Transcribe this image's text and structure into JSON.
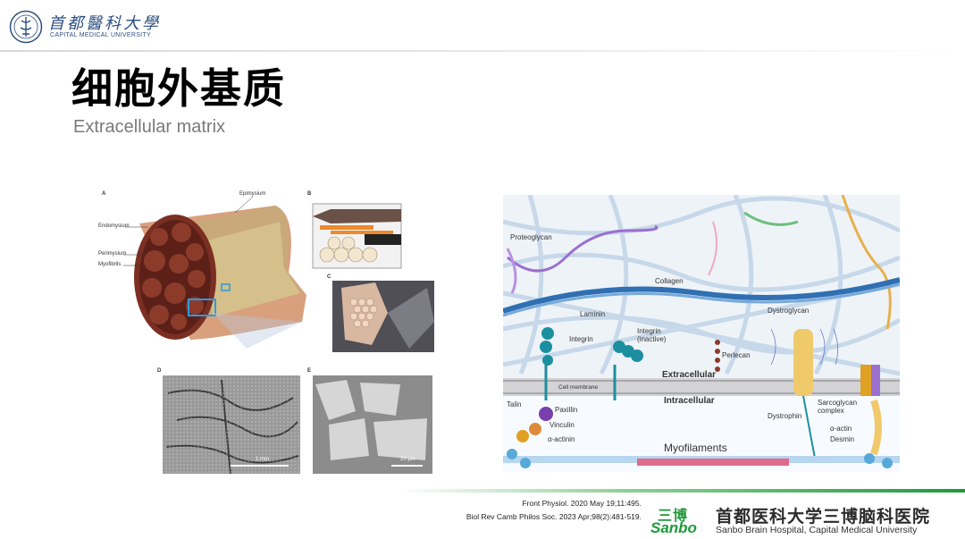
{
  "header": {
    "university_cn": "首都醫科大學",
    "university_en": "CAPITAL MEDICAL UNIVERSITY"
  },
  "title": {
    "cn": "细胞外基质",
    "en": "Extracellular matrix"
  },
  "figure_left": {
    "panel_labels": [
      "A",
      "B",
      "C",
      "D",
      "E"
    ],
    "labels": {
      "epimysium": "Epimysium",
      "endomysium": "Endomysium",
      "perimysium": "Perimysium",
      "myofibrils": "Myofibrils"
    },
    "scale_d": "1 mm",
    "scale_e": "20 µm"
  },
  "figure_right": {
    "labels": {
      "proteoglycan": "Proteoglycan",
      "collagen": "Collagen",
      "laminin": "Laminin",
      "integrin": "Integrin",
      "integrin_inactive": "Integrin\n(inactive)",
      "perlecan": "Perlecan",
      "dystroglycan": "Dystroglycan",
      "extracellular": "Extracellular",
      "cell_membrane": "Cell membrane",
      "intracellular": "Intracellular",
      "talin": "Talin",
      "paxillin": "Paxillin",
      "vinculin": "Vinculin",
      "alpha_actinin": "α-actinin",
      "myofilaments": "Myofilaments",
      "dystrophin": "Dystrophin",
      "sarcoglycan": "Sarcoglycan\ncomplex",
      "alpha_actin": "α-actin",
      "desmin": "Desmin"
    }
  },
  "footer": {
    "ref1": "Front Physiol. 2020 May 19;11:495.",
    "ref2": "Biol Rev Camb Philos Soc. 2023 Apr;98(2):481-519.",
    "sanbo_cn": "三博",
    "sanbo_en": "Sanbo",
    "hospital_cn": "首都医科大学三博脑科医院",
    "hospital_en": "Sanbo Brain Hospital, Capital Medical University"
  },
  "colors": {
    "brand_blue": "#2d4f80",
    "brand_green": "#1f9a3a",
    "subtitle_gray": "#7a7a7a"
  }
}
